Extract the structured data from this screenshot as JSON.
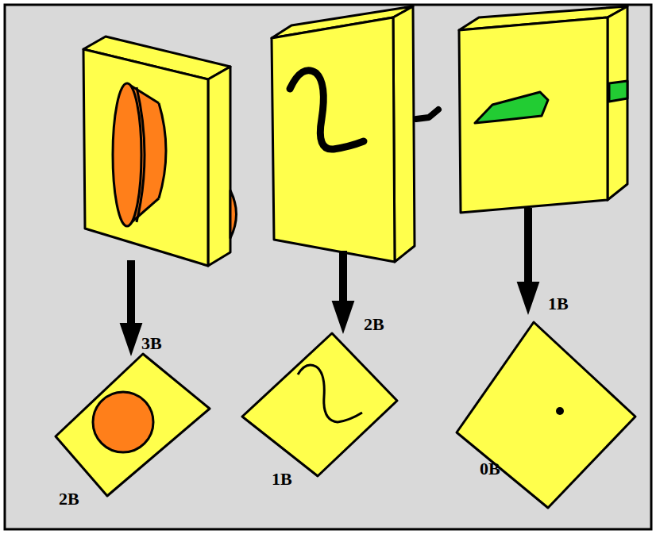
{
  "diagram": {
    "labels": [
      "3B",
      "2B",
      "2B",
      "1B",
      "1B",
      "0B"
    ]
  }
}
